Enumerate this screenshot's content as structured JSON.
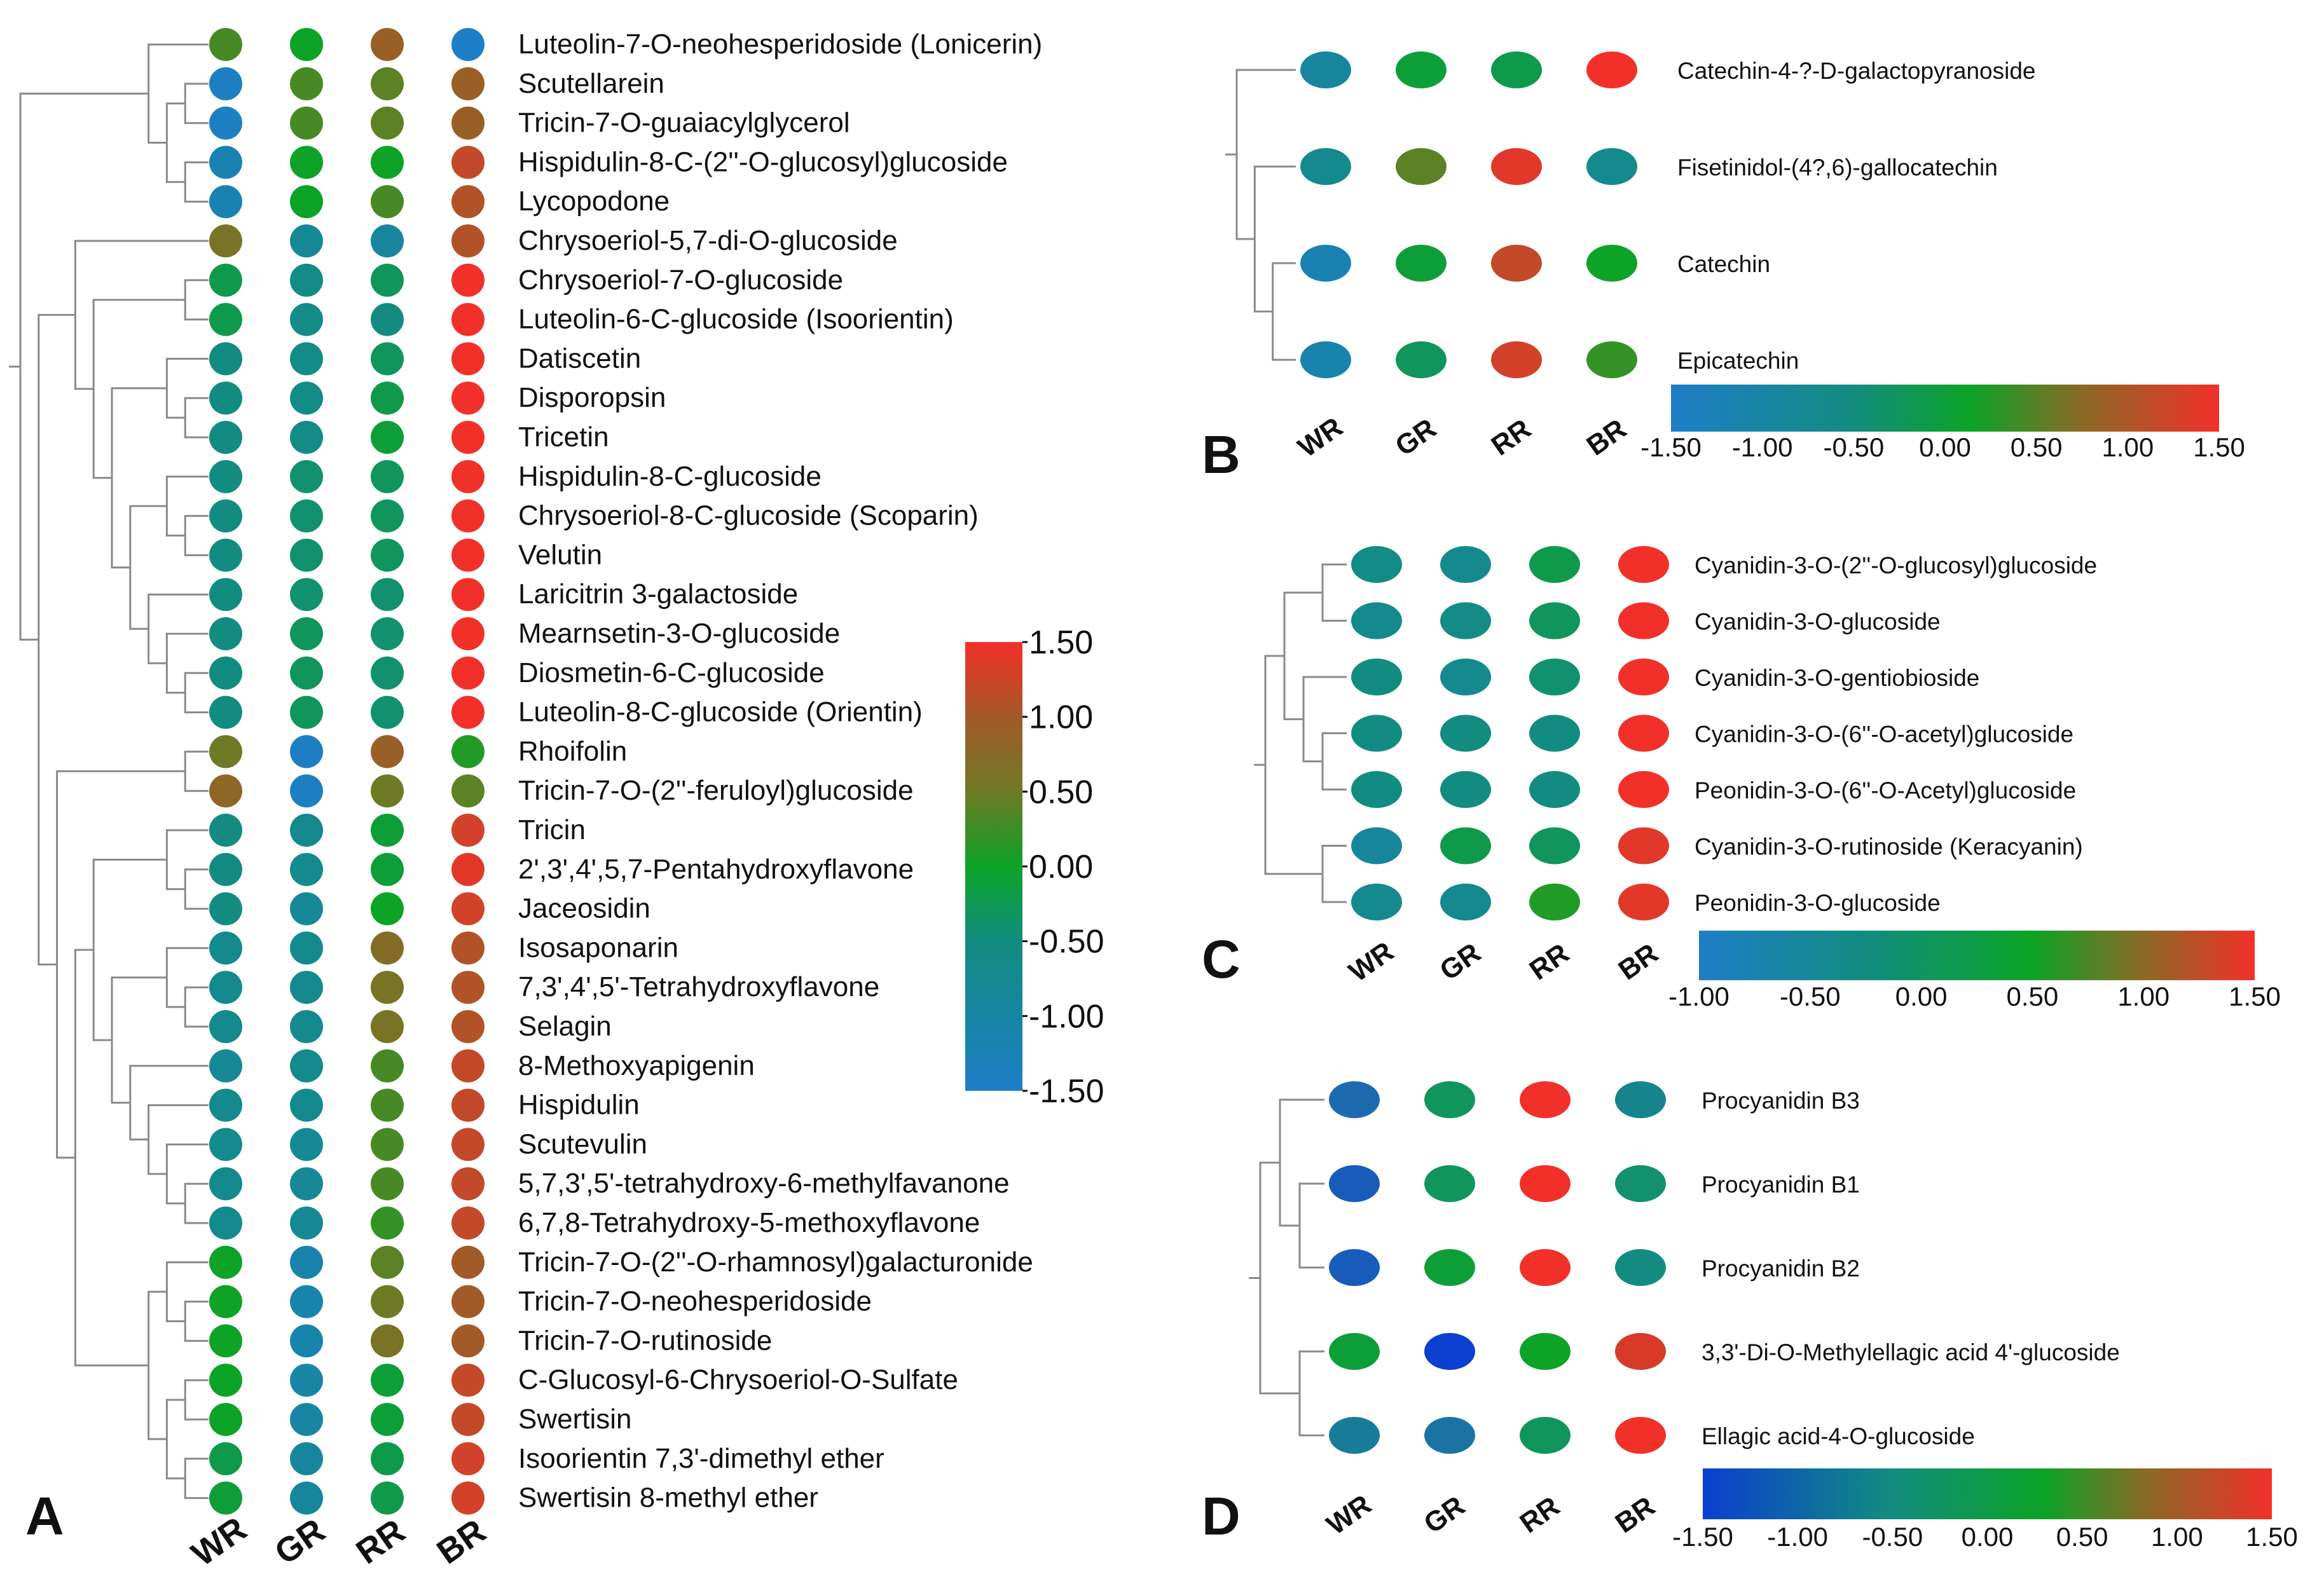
{
  "chart_data": [
    {
      "panel": "A",
      "type": "heatmap",
      "columns": [
        "WR",
        "GR",
        "RR",
        "BR"
      ],
      "colorbar": {
        "min": -1.5,
        "max": 1.5,
        "ticks": [
          "1.50",
          "1.00",
          "0.50",
          "0.00",
          "-0.50",
          "-1.00",
          "-1.50"
        ]
      },
      "rows": [
        {
          "name": "Luteolin-7-O-neohesperidoside (Lonicerin)",
          "values": [
            0.3,
            0.0,
            0.9,
            -1.5
          ]
        },
        {
          "name": "Scutellarein",
          "values": [
            -1.4,
            0.3,
            0.4,
            0.9
          ]
        },
        {
          "name": "Tricin-7-O-guaiacylglycerol",
          "values": [
            -1.4,
            0.3,
            0.4,
            0.9
          ]
        },
        {
          "name": "Hispidulin-8-C-(2''-O-glucosyl)glucoside",
          "values": [
            -1.2,
            0.0,
            0.0,
            1.2
          ]
        },
        {
          "name": "Lycopodone",
          "values": [
            -1.2,
            0.0,
            0.3,
            1.1
          ]
        },
        {
          "name": "Chrysoeriol-5,7-di-O-glucoside",
          "values": [
            0.6,
            -0.8,
            -0.9,
            1.1
          ]
        },
        {
          "name": "Chrysoeriol-7-O-glucoside",
          "values": [
            -0.2,
            -0.6,
            -0.3,
            1.5
          ]
        },
        {
          "name": "Luteolin-6-C-glucoside (Isoorientin)",
          "values": [
            -0.2,
            -0.6,
            -0.5,
            1.5
          ]
        },
        {
          "name": "Datiscetin",
          "values": [
            -0.5,
            -0.6,
            -0.3,
            1.5
          ]
        },
        {
          "name": "Disporopsin",
          "values": [
            -0.5,
            -0.6,
            -0.2,
            1.5
          ]
        },
        {
          "name": "Tricetin",
          "values": [
            -0.5,
            -0.6,
            -0.1,
            1.5
          ]
        },
        {
          "name": "Hispidulin-8-C-glucoside",
          "values": [
            -0.5,
            -0.4,
            -0.3,
            1.5
          ]
        },
        {
          "name": "Chrysoeriol-8-C-glucoside (Scoparin)",
          "values": [
            -0.5,
            -0.4,
            -0.3,
            1.5
          ]
        },
        {
          "name": "Velutin",
          "values": [
            -0.5,
            -0.4,
            -0.3,
            1.5
          ]
        },
        {
          "name": "Laricitrin 3-galactoside",
          "values": [
            -0.5,
            -0.4,
            -0.4,
            1.5
          ]
        },
        {
          "name": "Mearnsetin-3-O-glucoside",
          "values": [
            -0.5,
            -0.3,
            -0.4,
            1.5
          ]
        },
        {
          "name": "Diosmetin-6-C-glucoside",
          "values": [
            -0.5,
            -0.3,
            -0.4,
            1.5
          ]
        },
        {
          "name": "Luteolin-8-C-glucoside (Orientin)",
          "values": [
            -0.5,
            -0.3,
            -0.4,
            1.5
          ]
        },
        {
          "name": "Rhoifolin",
          "values": [
            0.5,
            -1.4,
            0.9,
            0.1
          ]
        },
        {
          "name": "Tricin-7-O-(2''-feruloyl)glucoside",
          "values": [
            0.8,
            -1.4,
            0.5,
            0.4
          ]
        },
        {
          "name": "Tricin",
          "values": [
            -0.5,
            -0.7,
            -0.1,
            1.3
          ]
        },
        {
          "name": "2',3',4',5,7-Pentahydroxyflavone",
          "values": [
            -0.5,
            -0.7,
            -0.1,
            1.4
          ]
        },
        {
          "name": "Jaceosidin",
          "values": [
            -0.5,
            -0.8,
            0.0,
            1.3
          ]
        },
        {
          "name": "Isosaponarin",
          "values": [
            -0.7,
            -0.7,
            0.7,
            1.1
          ]
        },
        {
          "name": "7,3',4',5'-Tetrahydroxyflavone",
          "values": [
            -0.7,
            -0.7,
            0.6,
            1.1
          ]
        },
        {
          "name": "Selagin",
          "values": [
            -0.7,
            -0.7,
            0.6,
            1.1
          ]
        },
        {
          "name": "8-Methoxyapigenin",
          "values": [
            -0.8,
            -0.7,
            0.3,
            1.2
          ]
        },
        {
          "name": "Hispidulin",
          "values": [
            -0.7,
            -0.7,
            0.3,
            1.2
          ]
        },
        {
          "name": "Scutevulin",
          "values": [
            -0.7,
            -0.8,
            0.3,
            1.2
          ]
        },
        {
          "name": "5,7,3',5'-tetrahydroxy-6-methylfavanone",
          "values": [
            -0.7,
            -0.8,
            0.3,
            1.2
          ]
        },
        {
          "name": "6,7,8-Tetrahydroxy-5-methoxyflavone",
          "values": [
            -0.7,
            -0.8,
            0.2,
            1.2
          ]
        },
        {
          "name": "Tricin-7-O-(2''-O-rhamnosyl)galacturonide",
          "values": [
            0.0,
            -1.1,
            0.4,
            1.0
          ]
        },
        {
          "name": "Tricin-7-O-neohesperidoside",
          "values": [
            0.0,
            -1.1,
            0.5,
            1.0
          ]
        },
        {
          "name": "Tricin-7-O-rutinoside",
          "values": [
            0.0,
            -1.1,
            0.6,
            1.0
          ]
        },
        {
          "name": "C-Glucosyl-6-Chrysoeriol-O-Sulfate",
          "values": [
            0.0,
            -1.0,
            -0.1,
            1.2
          ]
        },
        {
          "name": "Swertisin",
          "values": [
            0.0,
            -1.0,
            -0.1,
            1.2
          ]
        },
        {
          "name": "Isoorientin 7,3'-dimethyl ether",
          "values": [
            -0.2,
            -0.9,
            -0.2,
            1.3
          ]
        },
        {
          "name": "Swertisin 8-methyl ether",
          "values": [
            -0.1,
            -0.9,
            -0.2,
            1.3
          ]
        }
      ]
    },
    {
      "panel": "B",
      "type": "heatmap",
      "columns": [
        "WR",
        "GR",
        "RR",
        "BR"
      ],
      "colorbar": {
        "min": -1.5,
        "max": 1.5,
        "ticks": [
          "-1.50",
          "-1.00",
          "-0.50",
          "0.00",
          "0.50",
          "1.00",
          "1.50"
        ]
      },
      "rows": [
        {
          "name": "Catechin-4-?-D-galactopyranoside",
          "values": [
            -0.9,
            -0.1,
            -0.2,
            1.5
          ]
        },
        {
          "name": "Fisetinidol-(4?,6)-gallocatechin",
          "values": [
            -0.7,
            0.4,
            1.4,
            -0.7
          ]
        },
        {
          "name": "Catechin",
          "values": [
            -1.2,
            -0.1,
            1.2,
            0.0
          ]
        },
        {
          "name": "Epicatechin",
          "values": [
            -1.1,
            -0.3,
            1.3,
            0.2
          ]
        }
      ]
    },
    {
      "panel": "C",
      "type": "heatmap",
      "columns": [
        "WR",
        "GR",
        "RR",
        "BR"
      ],
      "colorbar": {
        "min": -1.0,
        "max": 1.5,
        "ticks": [
          "-1.00",
          "-0.50",
          "0.00",
          "0.50",
          "1.00",
          "1.50"
        ]
      },
      "rows": [
        {
          "name": "Cyanidin-3-O-(2''-O-glucosyl)glucoside",
          "values": [
            -0.6,
            -0.7,
            -0.2,
            1.5
          ]
        },
        {
          "name": "Cyanidin-3-O-glucoside",
          "values": [
            -0.7,
            -0.6,
            -0.3,
            1.5
          ]
        },
        {
          "name": "Cyanidin-3-O-gentiobioside",
          "values": [
            -0.5,
            -0.7,
            -0.4,
            1.5
          ]
        },
        {
          "name": "Cyanidin-3-O-(6''-O-acetyl)glucoside",
          "values": [
            -0.5,
            -0.5,
            -0.5,
            1.5
          ]
        },
        {
          "name": "Peonidin-3-O-(6''-O-Acetyl)glucoside",
          "values": [
            -0.5,
            -0.5,
            -0.5,
            1.5
          ]
        },
        {
          "name": "Cyanidin-3-O-rutinoside (Keracyanin)",
          "values": [
            -0.9,
            -0.2,
            -0.3,
            1.4
          ]
        },
        {
          "name": "Peonidin-3-O-glucoside",
          "values": [
            -0.7,
            -0.7,
            0.1,
            1.4
          ]
        }
      ]
    },
    {
      "panel": "D",
      "type": "heatmap",
      "columns": [
        "WR",
        "GR",
        "RR",
        "BR"
      ],
      "colorbar": {
        "min": -1.5,
        "max": 1.5,
        "ticks": [
          "-1.50",
          "-1.00",
          "-0.50",
          "0.00",
          "0.50",
          "1.00",
          "1.50"
        ]
      },
      "rows": [
        {
          "name": "Procyanidin B3",
          "values": [
            -0.9,
            -0.3,
            1.5,
            -0.6
          ]
        },
        {
          "name": "Procyanidin B1",
          "values": [
            -1.1,
            -0.3,
            1.5,
            -0.4
          ]
        },
        {
          "name": "Procyanidin B2",
          "values": [
            -1.1,
            -0.1,
            1.5,
            -0.5
          ]
        },
        {
          "name": "3,3'-Di-O-Methylellagic acid 4'-glucoside",
          "values": [
            -0.1,
            -1.5,
            0.0,
            1.3
          ]
        },
        {
          "name": "Ellagic acid-4-O-glucoside",
          "values": [
            -0.7,
            -0.8,
            -0.3,
            1.5
          ]
        }
      ]
    }
  ],
  "colors": {
    "scale_low": "#0a3fd0",
    "scale_blue": "#1e7ec8",
    "scale_teal": "#128c80",
    "scale_green": "#0ca326",
    "scale_brown": "#8a6a24",
    "scale_red": "#f2302a",
    "dendrogram": "#8a8a8a"
  }
}
